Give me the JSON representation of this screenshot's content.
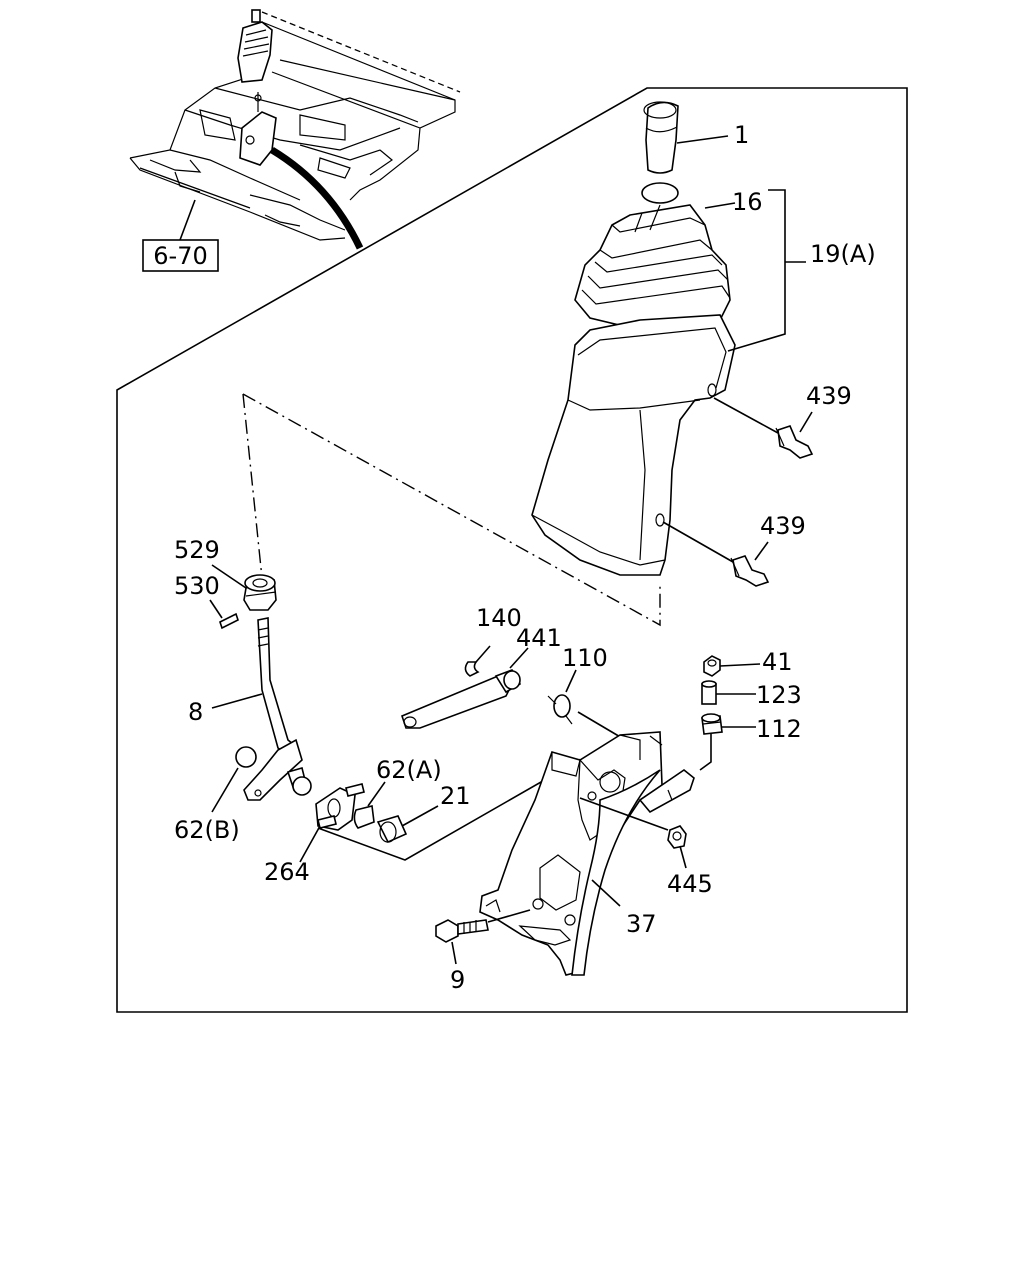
{
  "reference": {
    "label": "6-70"
  },
  "callouts": {
    "p1": "1",
    "p16": "16",
    "p19a": "19(A)",
    "p439a": "439",
    "p439b": "439",
    "p529": "529",
    "p530": "530",
    "p140": "140",
    "p441": "441",
    "p110": "110",
    "p41": "41",
    "p123": "123",
    "p112": "112",
    "p8": "8",
    "p62a": "62(A)",
    "p21": "21",
    "p62b": "62(B)",
    "p264": "264",
    "p445": "445",
    "p37": "37",
    "p9": "9"
  }
}
